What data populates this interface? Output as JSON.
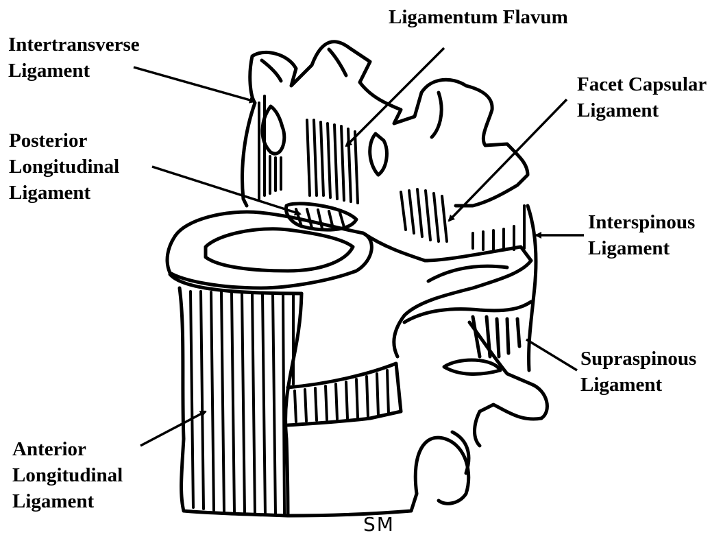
{
  "labels": {
    "ligamentum_flavum": "Ligamentum Flavum",
    "intertransverse": [
      "Intertransverse",
      "Ligament"
    ],
    "facet_capsular": [
      "Facet Capsular",
      "Ligament"
    ],
    "posterior_longitudinal": [
      "Posterior",
      "Longitudinal",
      "Ligament"
    ],
    "interspinous": [
      "Interspinous",
      "Ligament"
    ],
    "supraspinous": [
      "Supraspinous",
      "Ligament"
    ],
    "anterior_longitudinal": [
      "Anterior",
      "Longitudinal",
      "Ligament"
    ]
  },
  "signature": "SM",
  "colors": {
    "ink": "#000000",
    "background": "#ffffff"
  }
}
